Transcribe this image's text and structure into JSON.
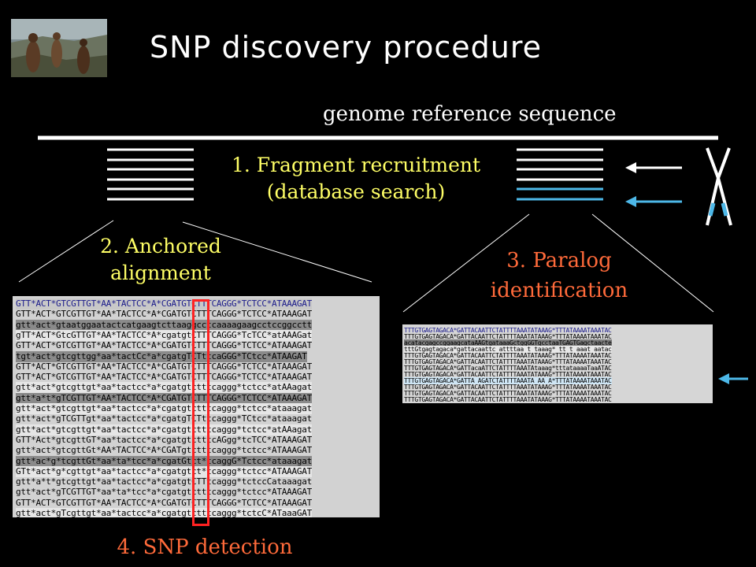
{
  "title": "SNP discovery procedure",
  "reference_label": "genome reference sequence",
  "steps": {
    "s1_line1": "1. Fragment recruitment",
    "s1_line2": "(database search)",
    "s2_line1": "2. Anchored",
    "s2_line2": "alignment",
    "s3_line1": "3. Paralog",
    "s3_line2": "identification",
    "s4": "4. SNP detection"
  },
  "colors": {
    "yellow": "#ffff66",
    "orange": "#ff6a3a",
    "blue": "#4db8e8",
    "red": "#ff2222"
  },
  "alignment_rows": [
    "GTT*ACT*GTCGTTGT*AA*TACTCC*A*CGATGTCTTTCAGGG*TCTCC*ATAAAGAT",
    "GTT*ACT*GTCGTTGT*AA*TACTCC*A*CGATGTCTTTCAGGG*TCTCC*ATAAAGAT",
    "gtt*act*gtaatggaatactcatgaagtcttaaggcctcaaaagaagcctccggcctt",
    "gTT*ACT*GtcGTTGT*AA*TACTCC*A*cgatgtCTTTCAGGG*TcTCC*atAAAGat",
    "GTT*ACT*GTCGTTGT*AA*TACTCC*A*CGATGTCTTTCAGGG*TCTCC*ATAAAGAT",
    "tgt*act*gtcgttgg*aa*tactCc*a*cgatgTCTttcaGGG*TCtcc*ATAAGAT",
    "GTT*ACT*GTCGTTGT*AA*TACTCC*A*CGATGTCTTTCAGGG*TCTCC*ATAAAGAT",
    "GTT*ACT*GTCGTTGT*AA*TACTCC*A*CGATGTCTTTCAGGG*TCTCC*ATAAAGAT",
    "gtt*act*gtcgttgt*aa*tactcc*a*cgatgtctttcaggg*tctcc*atAAagat",
    "gtt*a*t*gTCGTTGT*AA*TACTCC*A*CGATGTCTTTCAGGG*TCTCC*ATAAAGAT",
    "gtt*act*gtcgttgt*aa*tactcc*a*cgatgtctttcaggg*tctcc*ataaagat",
    "gtt*act*gTCGTTgt*aa*tactcc*a*cgatgTCTttcaggg*TCtcc*ataaagat",
    "gtt*act*gtcgttgt*aa*tactcc*a*cgatgtctttcaggg*tctcc*atAAagat",
    "GTT*Act*gtcgttGT*aa*tactcc*a*cgatgtctttcAGgg*tcTCC*ATAAAGAT",
    "gtt*act*gtcgttGt*AA*TACTCC*A*CGATgtctttcaggg*tctcc*ATAAAGAT",
    "gtt*ac*g*tcgttGt*aa*ta*tcc*a*cgatGtct*tcaggG*Tctcc*ataaagat",
    "GTt*act*g*cgttgt*aa*tactcc*a*cgatgtct*tcaggg*tctcc*ATAAAGAT",
    "gtt*a*t*gtcgttgt*aa*tactcc*a*cgatgtCTTtcaggg*tctccCataaagat",
    "gtt*act*gTCGTTGT*aa*ta*tcc*a*cgatgtctttcaggg*tctcc*ATAAAGAT",
    "GTT*ACT*GTCGTTGT*AA*TACTCC*A*CGATGTCTTTCAGGG*TCTCC*ATAAAGAT",
    "gtt*act*gTcgttgt*aa*tactcc*a*cgatgtctttcaggg*tctcC*ATaaaGAT"
  ],
  "paralog_rows": [
    "TTTGTGAGTAGACA*GATTACAATTCTATTTTAAATATAAAG*TTTATAAAATAAATAC",
    "TTTGTGAGTAGACA*GATTACAATTCTATTTTAAATATAAAG*TTTATAAAATAAATAC",
    "acatacgagccggaagcataAAGtgataaaGctggGGTgcctaaTGAGTGagctaacte",
    "tttGtgagtagaca*gattacaattc attttaa t taaag* tt t aaat aatac",
    "TTTGTGAGTAGACA*GATTACAATTCTATTTTAAATATAAAG*TTTATAAAATAAATAC",
    "TTTGTGAGTAGACA*GATTACAATTCTATTTTAAATATAAAG*TTTATAAAATAAATAC",
    "TTTGTGAGTAGACA*GATTacaATTCTATTTTAAATAtaaag*tttataaaaTaaATAC",
    "TTTGTGAGTAGACA*GATTACAATTCTATTTTAAATATAAAG*TTTATAAAATAAATAC",
    "TTTGTGAGTAGACA*GATTA AGATCTATTTTAAATA AA A*TTTATAAAATAAATAC",
    "TTTGTGAGTAGACA*GATTACAATTCTATTTTAAATATAAAG*TTTATAAAATAAATAC",
    "TTTGTGAGTAGACA*GATTACAATTCTATTTTAAATATAAAG*TTTATAAAATAAATAC",
    "TTTGTGAGTAGACA*GATTACAATTCTATTTTAAATATAAAG*TTTATAAAATAAATAC"
  ]
}
